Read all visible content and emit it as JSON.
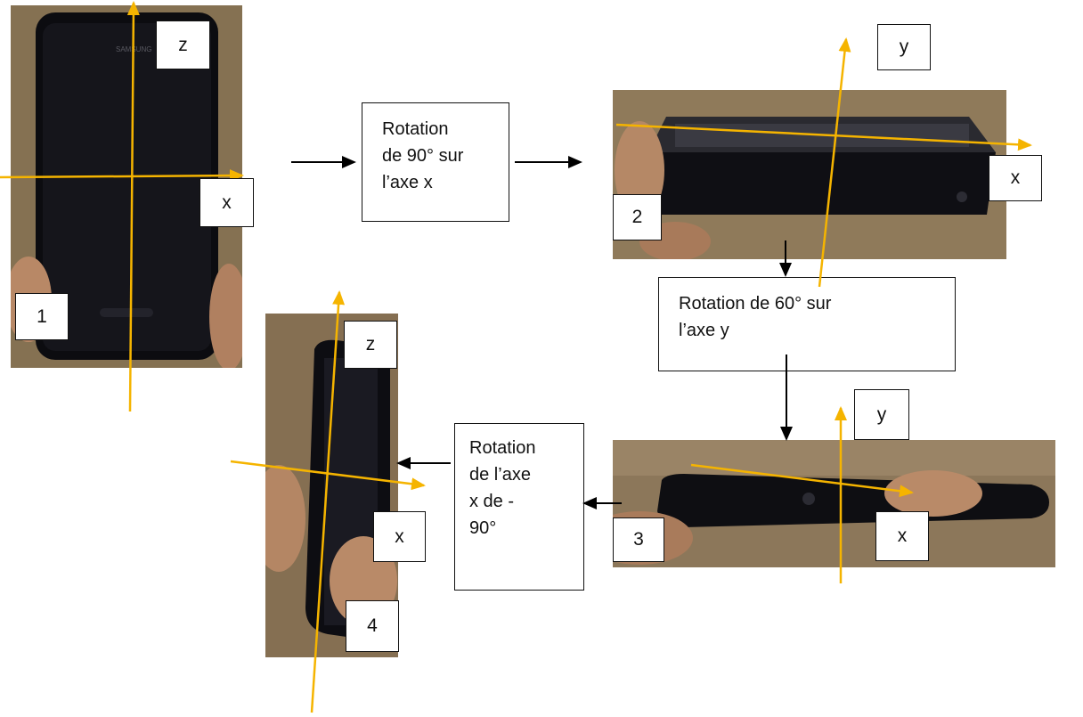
{
  "colors": {
    "axis": "#f5b400",
    "arrow": "#000000"
  },
  "photos": [
    {
      "name": "photo-1-phone-upright",
      "number": "1"
    },
    {
      "name": "photo-2-phone-flat",
      "number": "2"
    },
    {
      "name": "photo-3-phone-edge",
      "number": "3"
    },
    {
      "name": "photo-4-phone-side",
      "number": "4"
    }
  ],
  "axis_labels": {
    "p1_z": "z",
    "p1_x": "x",
    "p2_y": "y",
    "p2_x": "x",
    "p3_y": "y",
    "p3_x": "x",
    "p4_z": "z",
    "p4_x": "x"
  },
  "steps": {
    "step1": {
      "lines": [
        "Rotation",
        "de 90° sur",
        "l’axe x"
      ]
    },
    "step2": {
      "lines": [
        "Rotation  de 60° sur",
        "l’axe y"
      ]
    },
    "step3": {
      "lines": [
        "Rotation",
        "de l’axe",
        "x de  -",
        "90°"
      ]
    }
  },
  "brand_text": "SAMSUNG"
}
